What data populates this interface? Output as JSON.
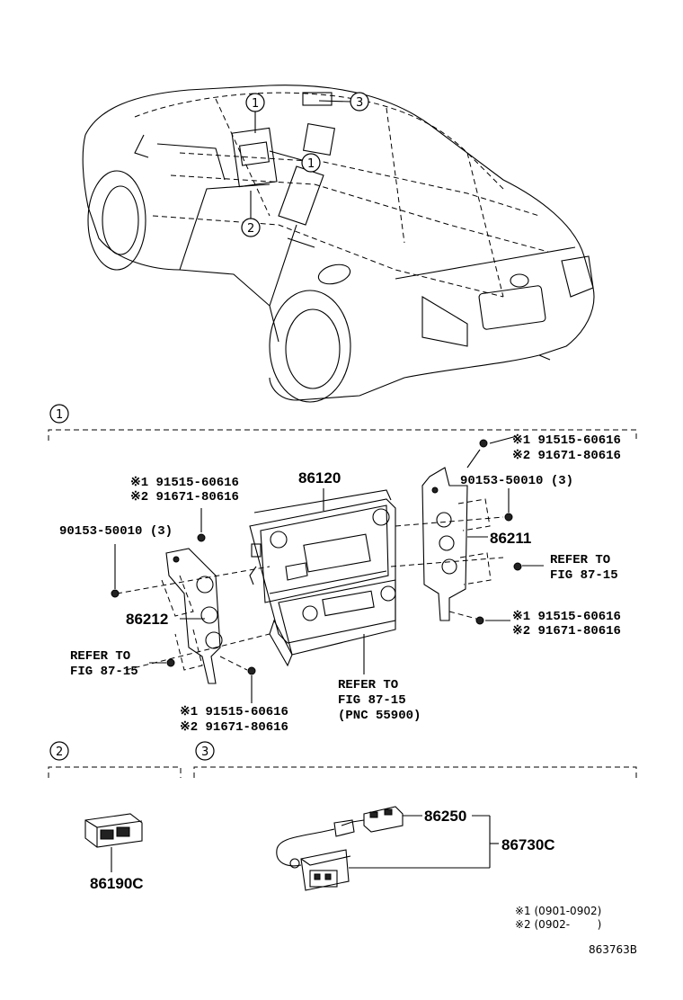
{
  "callouts": {
    "one": "1",
    "two": "2",
    "three": "3"
  },
  "section1": {
    "top_right_a": "※1 91515-60616",
    "top_right_b": "※2 91671-80616",
    "left_a": "※1 91515-60616",
    "left_b": "※2 91671-80616",
    "center_part": "86120",
    "right_bolt": "90153-50010 (3)",
    "left_bolt": "90153-50010 (3)",
    "right_bracket": "86211",
    "refer_right_1": "REFER TO",
    "refer_right_2": "FIG 87-15",
    "left_bracket": "86212",
    "right_low_a": "※1 91515-60616",
    "right_low_b": "※2 91671-80616",
    "refer_left_1": "REFER TO",
    "refer_left_2": "FIG 87-15",
    "refer_center_1": "REFER TO",
    "refer_center_2": "FIG 87-15",
    "refer_center_3": "(PNC 55900)",
    "bottom_a": "※1 91515-60616",
    "bottom_b": "※2 91671-80616"
  },
  "section2": {
    "part": "86190C"
  },
  "section3": {
    "part_a": "86250",
    "part_b": "86730C"
  },
  "notes": {
    "note1": "※1 (0901-0902)",
    "note2": "※2 (0902-        )",
    "figure_code": "863763B"
  }
}
